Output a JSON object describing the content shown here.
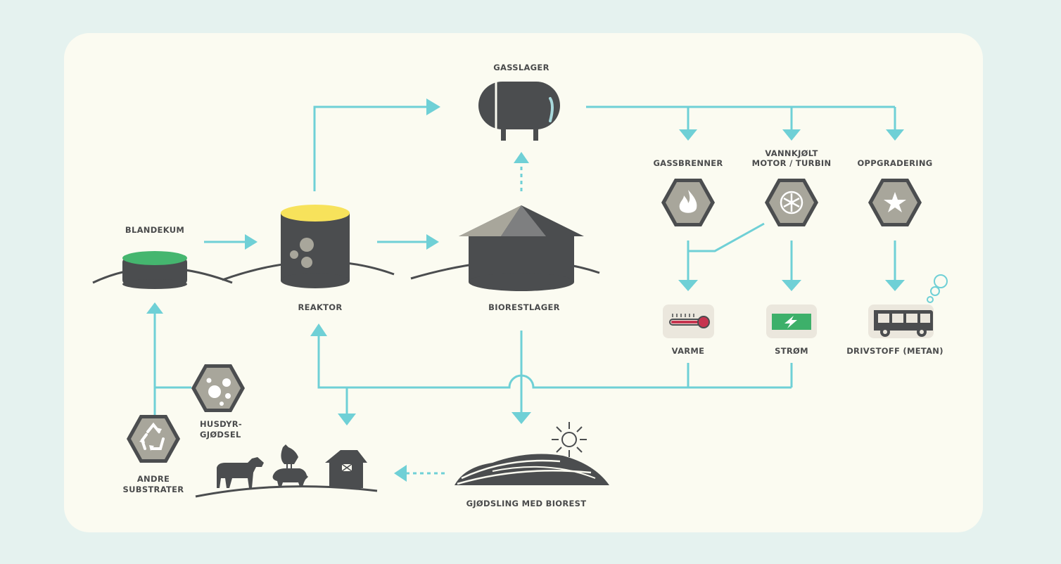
{
  "labels": {
    "gasslager": "GASSLAGER",
    "blandekum": "BLANDEKUM",
    "reaktor": "REAKTOR",
    "biorestlager": "BIORESTLAGER",
    "gassbrenner": "GASSBRENNER",
    "vannkjolt_1": "VANNKJØLT",
    "vannkjolt_2": "MOTOR / TURBIN",
    "oppgradering": "OPPGRADERING",
    "varme": "VARME",
    "strom": "STRØM",
    "drivstoff": "DRIVSTOFF (METAN)",
    "husdyr_1": "HUSDYR-",
    "husdyr_2": "GJØDSEL",
    "andre_1": "ANDRE",
    "andre_2": "SUBSTRATER",
    "gjodsling": "GJØDSLING MED BIOREST"
  },
  "icons": {
    "gasslager": "gas-tank-icon",
    "blandekum": "mixing-tank-icon",
    "reaktor": "reactor-tank-icon",
    "biorestlager": "digestate-storage-icon",
    "gassbrenner": "flame-icon",
    "motor": "fan-icon",
    "oppgradering": "star-icon",
    "varme": "thermometer-icon",
    "strom": "lightning-icon",
    "drivstoff": "bus-icon",
    "husdyr": "manure-icon",
    "andre": "recycle-icon",
    "farm": "farm-icon",
    "field": "field-icon",
    "sun": "sun-icon"
  },
  "colors": {
    "background": "#e5f2ef",
    "panel": "#fbfbf1",
    "flow": "#6fd0d6",
    "dark": "#4b4d4f",
    "hexagon_inner": "#a8a69b",
    "blandekum_liquid": "#45b66f",
    "reaktor_top": "#f7e25b",
    "varme_red": "#c6344f",
    "strom_green": "#3db06a"
  }
}
